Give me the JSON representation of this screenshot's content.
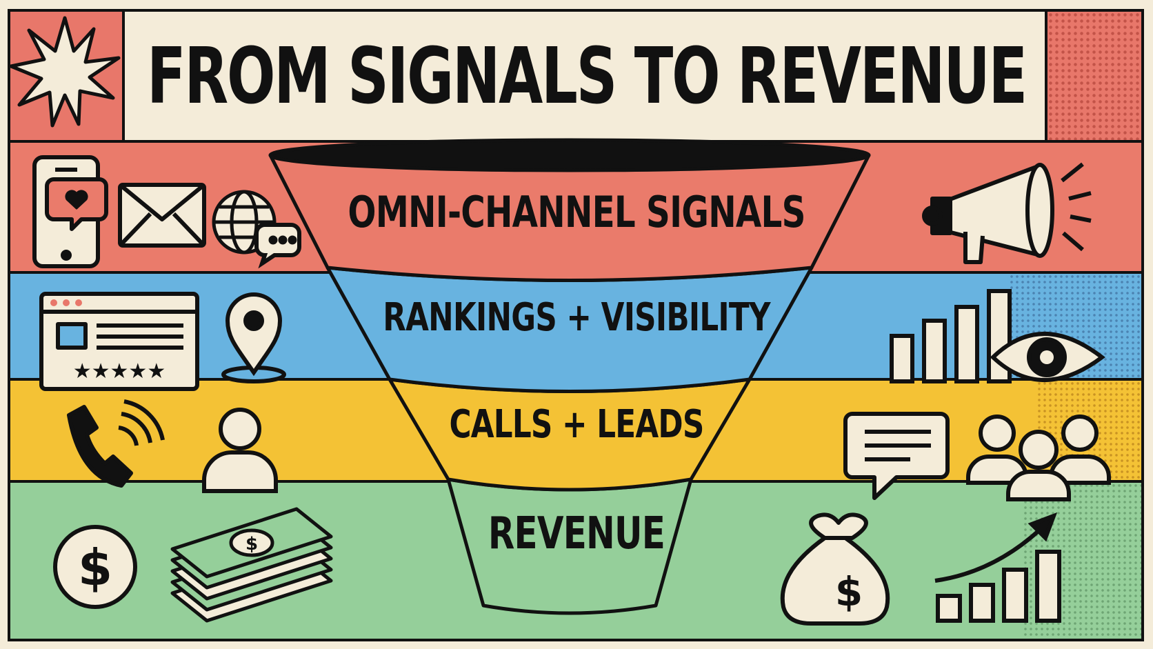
{
  "title": "FROM SIGNALS TO REVENUE",
  "funnel": {
    "stages": [
      {
        "label": "OMNI-CHANNEL SIGNALS",
        "color": "#ea7b6b"
      },
      {
        "label": "RANKINGS + VISIBILITY",
        "color": "#68b3e0"
      },
      {
        "label": "CALLS + LEADS",
        "color": "#f4c235"
      },
      {
        "label": "REVENUE",
        "color": "#95cf9a"
      }
    ]
  },
  "icons": {
    "band1_left": [
      "smartphone-heart-icon",
      "envelope-icon",
      "globe-chat-icon"
    ],
    "band1_right": [
      "megaphone-icon"
    ],
    "band2_left": [
      "review-listing-icon",
      "location-pin-icon"
    ],
    "band2_right": [
      "bar-chart-icon",
      "eye-icon"
    ],
    "band3_left": [
      "phone-ringing-icon",
      "person-icon"
    ],
    "band3_right": [
      "chat-bubble-icon",
      "people-group-icon"
    ],
    "band4_left": [
      "dollar-coin-icon",
      "cash-stack-icon"
    ],
    "band4_right": [
      "money-bag-icon",
      "growth-chart-icon"
    ],
    "corner": "starburst-icon"
  },
  "colors": {
    "ink": "#111111",
    "paper": "#f4ecd9",
    "coral": "#ea7b6b",
    "blue": "#68b3e0",
    "yellow": "#f4c235",
    "green": "#95cf9a"
  }
}
